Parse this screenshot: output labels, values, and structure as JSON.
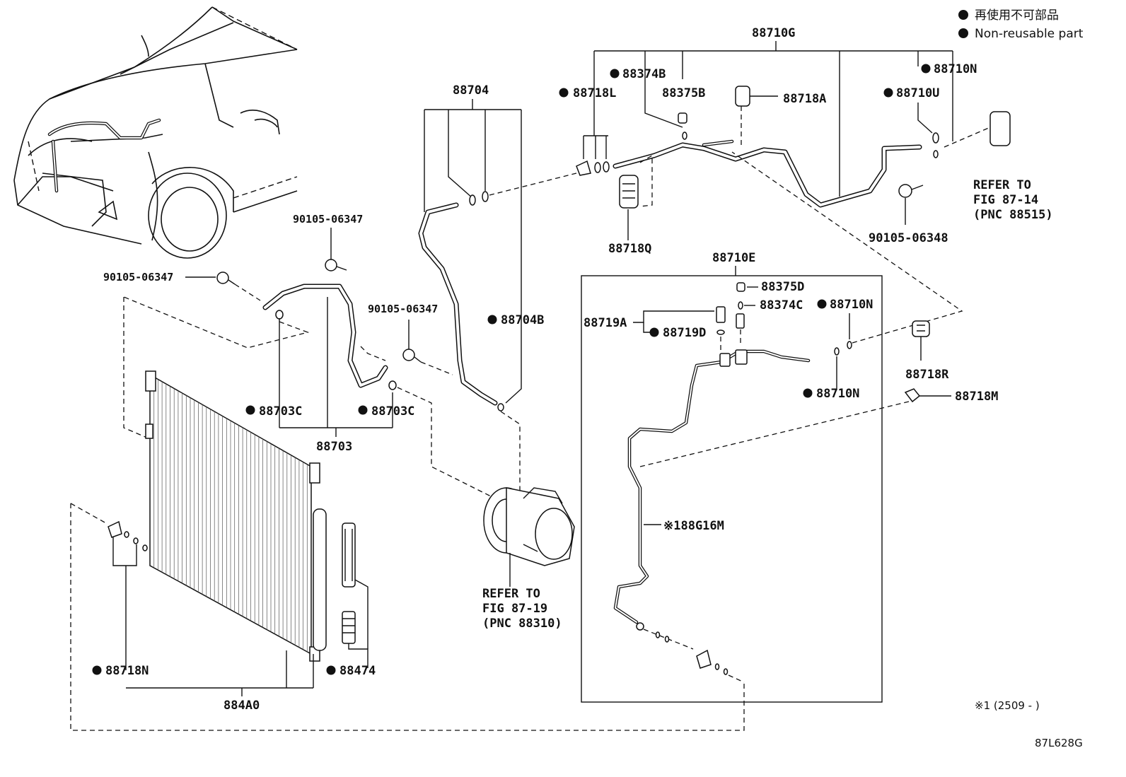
{
  "legend": {
    "japanese": "再使用不可部品",
    "english": "Non-reusable part"
  },
  "labels": {
    "p88710G": "88710G",
    "p88704": "88704",
    "p88374B": "88374B",
    "p88375B": "88375B",
    "p88718L": "88718L",
    "p88718A": "88718A",
    "p88710N_top": "88710N",
    "p88710U": "88710U",
    "p88718Q": "88718Q",
    "p90105_06348": "90105-06348",
    "p90105_06347_a": "90105-06347",
    "p90105_06347_b": "90105-06347",
    "p90105_06347_c": "90105-06347",
    "p88704B": "88704B",
    "p88703C_left": "88703C",
    "p88703C_right": "88703C",
    "p88703": "88703",
    "p88710E": "88710E",
    "p88375D": "88375D",
    "p88374C": "88374C",
    "p88710N_right": "88710N",
    "p88719A": "88719A",
    "p88719D": "88719D",
    "p88718R": "88718R",
    "p88710N_mid": "88710N",
    "p88718M": "88718M",
    "p88G16M": "※188G16M",
    "p88718N": "88718N",
    "p88474": "88474",
    "p884A0": "884A0"
  },
  "refs": {
    "fig8714": [
      "REFER TO",
      "FIG 87-14",
      "(PNC 88515)"
    ],
    "fig8719": [
      "REFER TO",
      "FIG 87-19",
      "(PNC 88310)"
    ]
  },
  "footnote": "※1 (2509 -      )",
  "figure_id": "87L628G"
}
